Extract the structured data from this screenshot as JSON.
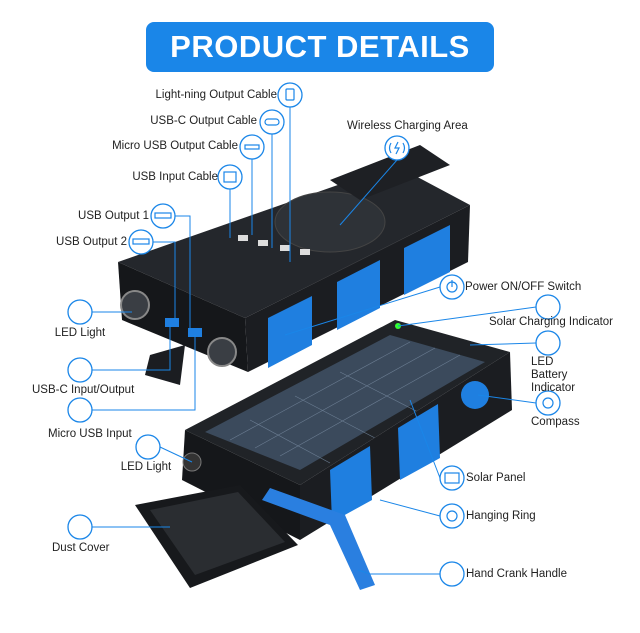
{
  "title": "PRODUCT DETAILS",
  "accent_color": "#1a86e8",
  "device_colors": {
    "body": "#1b1d21",
    "pads": "#1f7fe0"
  },
  "callouts": {
    "lightning_cable": {
      "label": "Light-ning Output Cable",
      "icon": "lightning-connector-icon"
    },
    "usbc_cable": {
      "label": "USB-C Output Cable",
      "icon": "usb-c-connector-icon"
    },
    "micro_usb_cable": {
      "label": "Micro USB Output Cable",
      "icon": "micro-usb-connector-icon"
    },
    "usb_input_cable": {
      "label": "USB Input Cable",
      "icon": "usb-a-connector-icon"
    },
    "usb_output_1": {
      "label": "USB Output 1",
      "icon": "usb-port-icon"
    },
    "usb_output_2": {
      "label": "USB Output 2",
      "icon": "usb-port-icon"
    },
    "led_light_1": {
      "label": "LED Light",
      "icon": "led-light-icon"
    },
    "usbc_io": {
      "label": "USB-C Input/Output",
      "icon": "usb-c-port-icon"
    },
    "micro_usb_input": {
      "label": "Micro USB Input",
      "icon": "micro-usb-port-icon"
    },
    "led_light_2": {
      "label": "LED Light",
      "icon": "flashlight-icon"
    },
    "dust_cover": {
      "label": "Dust Cover",
      "icon": "cover-icon"
    },
    "wireless": {
      "label": "Wireless Charging Area",
      "icon": "wireless-charging-icon"
    },
    "power": {
      "label": "Power ON/OFF Switch",
      "icon": "power-icon"
    },
    "solar_indicator": {
      "label": "Solar Charging Indicator",
      "icon": "sun-icon"
    },
    "battery_indicator": {
      "label": "LED Battery Indicator",
      "icon": "led-indicator-icon"
    },
    "compass": {
      "label": "Compass",
      "icon": "compass-icon"
    },
    "solar_panel": {
      "label": "Solar Panel",
      "icon": "solar-panel-icon"
    },
    "hanging_ring": {
      "label": "Hanging Ring",
      "icon": "ring-icon"
    },
    "crank": {
      "label": "Hand Crank Handle",
      "icon": "crank-handle-icon"
    }
  }
}
